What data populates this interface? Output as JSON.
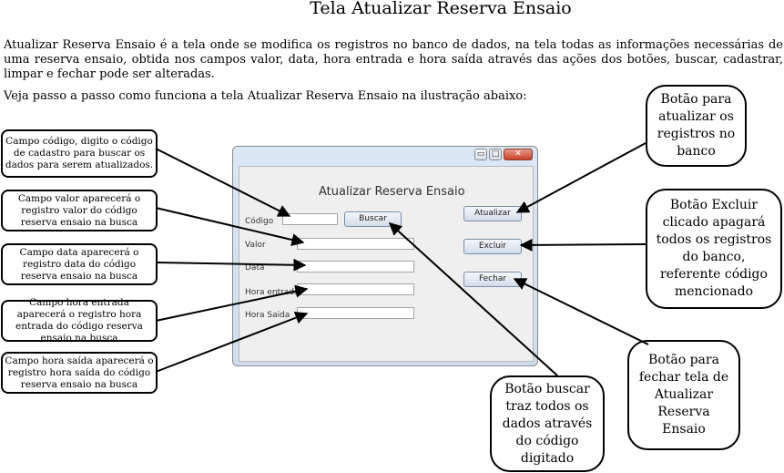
{
  "title": "Tela Atualizar Reserva Ensaio",
  "intro": "Atualizar Reserva Ensaio é a tela onde se modifica os registros no banco de dados, na tela todas as informações necessárias de uma reserva ensaio, obtida nos campos valor, data, hora entrada e hora saída através das ações dos botões, buscar, cadastrar, limpar e fechar pode ser alteradas.",
  "intro2": "Veja passo a passo como funciona a tela Atualizar Reserva Ensaio na ilustração abaixo:",
  "callouts": {
    "codigo": "Campo código, digito o código de cadastro para buscar os dados para serem atualizados.",
    "valor": "Campo valor aparecerá o registro valor do código reserva ensaio na busca",
    "data": "Campo data aparecerá o registro data do código reserva ensaio na busca",
    "hora_entrada": "Campo hora entrada aparecerá o registro hora entrada do código reserva ensaio na busca",
    "hora_saida": "Campo hora saída aparecerá o registro hora saída do código reserva ensaio na busca",
    "atualizar": "Botão para atualizar os registros no banco",
    "excluir": "Botão Excluir clicado apagará todos os registros do banco, referente código mencionado",
    "fechar": "Botão para fechar tela de Atualizar Reserva Ensaio",
    "buscar": "Botão buscar traz todos os dados através do código digitado"
  },
  "window": {
    "minimize": "▭",
    "maximize": "□",
    "close": "✕",
    "form_title": "Atualizar Reserva Ensaio",
    "labels": {
      "codigo": "Código",
      "valor": "Valor",
      "data": "Data",
      "hora_entrada": "Hora entrada",
      "hora_saida": "Hora Saida"
    },
    "buttons": {
      "buscar": "Buscar",
      "atualizar": "Atualizar",
      "excluir": "Excluir",
      "fechar": "Fechar"
    }
  }
}
